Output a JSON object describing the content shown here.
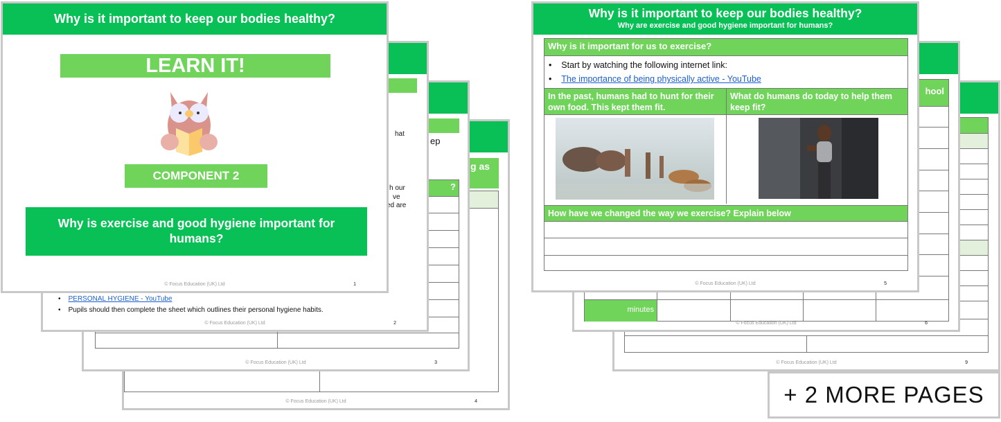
{
  "colors": {
    "header_green": "#08c055",
    "light_green": "#70d45a",
    "pale_green": "#e3f0db",
    "link_blue": "#1a5fd0"
  },
  "footer": "© Focus Education (UK) Ltd",
  "slide1": {
    "title": "Why is it important to keep our bodies healthy?",
    "learn": "LEARN IT!",
    "component": "COMPONENT 2",
    "question": "Why is exercise and good hygiene important for humans?",
    "page": "1",
    "icon": "owl-reading-icon"
  },
  "slide2": {
    "frag1": "hat",
    "frag2": "h our",
    "frag3": "ve",
    "frag4": "ed are",
    "link": "PERSONAL HYGIENE - YouTube",
    "bullet": "Pupils should then complete the sheet which outlines their personal hygiene habits.",
    "page": "2"
  },
  "slide3": {
    "frag1": "ep",
    "frag2": "?",
    "page": "3"
  },
  "slide4": {
    "frag1": "g as",
    "page": "4"
  },
  "slide5": {
    "title": "Why is it important to keep our bodies healthy?",
    "subtitle": "Why are exercise and good hygiene important for humans?",
    "section1": "Why is it important for us to exercise?",
    "bullet1": "Start by watching the following internet link:",
    "link": "The importance of being physically active - YouTube",
    "col1": "In the past, humans had to hunt for their own food. This kept them fit.",
    "col2": "What do humans do today to help them keep fit?",
    "img1": "prehistoric-hunters-image",
    "img2": "woman-exercising-gym-image",
    "section2": "How have we changed the way we exercise? Explain below",
    "page": "5"
  },
  "slide6": {
    "frag1": "hool",
    "minutes": "minutes",
    "page": "6"
  },
  "slide9": {
    "page": "9"
  },
  "more_pages": "+ 2 MORE PAGES"
}
